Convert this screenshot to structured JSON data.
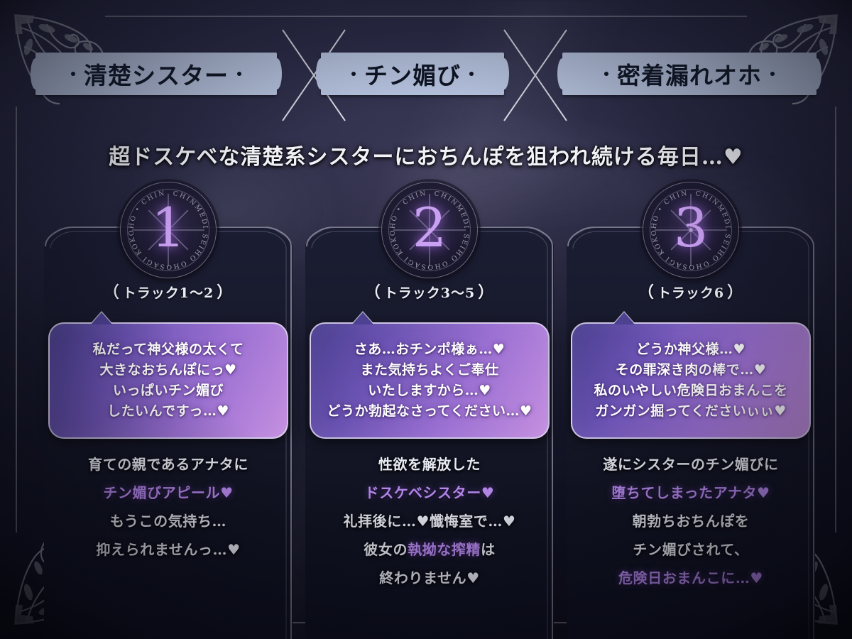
{
  "header": {
    "tags": [
      {
        "label": "清楚シスター"
      },
      {
        "label": "チン媚び"
      },
      {
        "label": "密着漏れオホ"
      }
    ],
    "divider_icon": "x-cross-icon"
  },
  "subtitle": "超ドスケベな清楚系シスターにおちんぽを狙われ続ける毎日…♥",
  "colors": {
    "tag_bg": "#b9c6e2",
    "tag_text": "#0e1422",
    "accent_purple": "#b98bf0",
    "badge_number": "#c9a0f2",
    "bubble_gradient_from": "#4a3f8f",
    "bubble_gradient_to": "#c48fe0",
    "panel_bg": "#161829",
    "page_bg": "#1a1b2e"
  },
  "columns": [
    {
      "badge": {
        "number": "1",
        "ring_text": "CHINMEDI SEIHO OHOSAGI KOKOHO",
        "icon": "starburst-icon"
      },
      "track": {
        "open": "（",
        "label": "トラック1〜2",
        "close": "）"
      },
      "bubble": {
        "lines": [
          "私だって神父様の太くて",
          "大きなおちんぽにっ♥",
          "いっぱいチン媚び",
          "したいんですっ…♥"
        ]
      },
      "body": [
        [
          {
            "t": "育ての親であるアナタに",
            "hl": false
          }
        ],
        [
          {
            "t": "チン媚びアピール♥",
            "hl": true
          }
        ],
        [
          {
            "t": "もうこの気持ち…",
            "hl": false
          }
        ],
        [
          {
            "t": "抑えられませんっ…♥",
            "hl": false
          }
        ]
      ]
    },
    {
      "badge": {
        "number": "2",
        "ring_text": "CHINMEDI SEIHO OHOSAGI KOKOHO",
        "icon": "starburst-icon"
      },
      "track": {
        "open": "（",
        "label": "トラック3〜5",
        "close": "）"
      },
      "bubble": {
        "lines": [
          "さあ…おチンポ様ぁ…♥",
          "また気持ちよくご奉仕",
          "いたしますから…♥",
          "どうか勃起なさってください…♥"
        ]
      },
      "body": [
        [
          {
            "t": "性欲を解放した",
            "hl": false
          }
        ],
        [
          {
            "t": "ドスケベシスター♥",
            "hl": true
          }
        ],
        [
          {
            "t": "礼拝後に…♥懺悔室で…♥",
            "hl": false
          }
        ],
        [
          {
            "t": "彼女の",
            "hl": false
          },
          {
            "t": "執拗な搾精",
            "hl": true
          },
          {
            "t": "は",
            "hl": false
          }
        ],
        [
          {
            "t": "終わりません♥",
            "hl": false
          }
        ]
      ]
    },
    {
      "badge": {
        "number": "3",
        "ring_text": "CHINMEDI SEIHO OHOSAGI KOKOHO",
        "icon": "starburst-icon"
      },
      "track": {
        "open": "（",
        "label": "トラック6",
        "close": "）"
      },
      "bubble": {
        "lines": [
          "どうか神父様…♥",
          "その罪深き肉の棒で…♥",
          "私のいやしい危険日おまんこを",
          "ガンガン掘ってくださいぃぃ♥"
        ]
      },
      "body": [
        [
          {
            "t": "遂にシスターのチン媚びに",
            "hl": false
          }
        ],
        [
          {
            "t": "堕ちてしまったアナタ♥",
            "hl": true
          }
        ],
        [
          {
            "t": "朝勃ちおちんぽを",
            "hl": false
          }
        ],
        [
          {
            "t": "チン媚びされて、",
            "hl": false
          }
        ],
        [
          {
            "t": "危険日おまんこに…♥",
            "hl": true
          }
        ]
      ]
    }
  ]
}
